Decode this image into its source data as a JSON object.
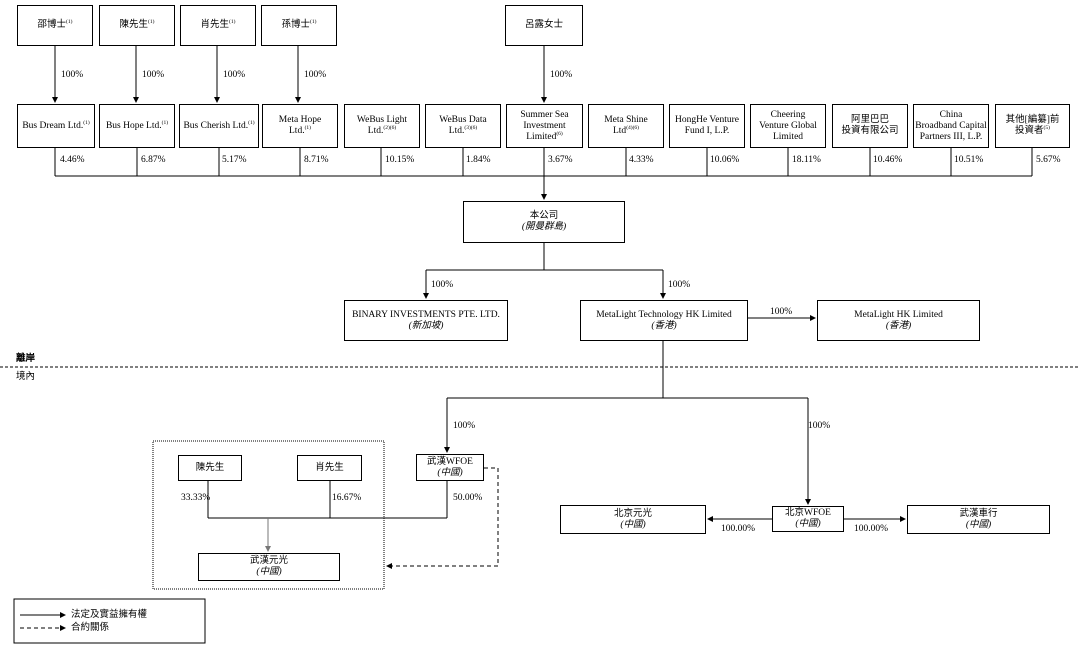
{
  "owners": [
    {
      "id": "o1",
      "name": "邵博士",
      "sup": "(1)"
    },
    {
      "id": "o2",
      "name": "陳先生",
      "sup": "(1)"
    },
    {
      "id": "o3",
      "name": "肖先生",
      "sup": "(1)"
    },
    {
      "id": "o4",
      "name": "孫博士",
      "sup": "(1)"
    },
    {
      "id": "o5",
      "name": "呂露女士",
      "sup": ""
    }
  ],
  "owner_pcts": [
    "100%",
    "100%",
    "100%",
    "100%",
    "100%"
  ],
  "shareholders": [
    {
      "id": "s1",
      "lines": [
        "Bus Dream Ltd."
      ],
      "sup": "(1)",
      "pct": "4.46%"
    },
    {
      "id": "s2",
      "lines": [
        "Bus Hope Ltd."
      ],
      "sup": "(1)",
      "pct": "6.87%"
    },
    {
      "id": "s3",
      "lines": [
        "Bus Cherish Ltd."
      ],
      "sup": "(1)",
      "pct": "5.17%"
    },
    {
      "id": "s4",
      "lines": [
        "Meta Hope",
        "Ltd."
      ],
      "sup": "(1)",
      "pct": "8.71%"
    },
    {
      "id": "s5",
      "lines": [
        "WeBus Light",
        "Ltd."
      ],
      "sup": "(2)(6)",
      "pct": "10.15%"
    },
    {
      "id": "s6",
      "lines": [
        "WeBus Data",
        "Ltd."
      ],
      "sup": "(3)(6)",
      "pct": "1.84%"
    },
    {
      "id": "s7",
      "lines": [
        "Summer Sea",
        "Investment",
        "Limited"
      ],
      "sup": "(6)",
      "pct": "3.67%"
    },
    {
      "id": "s8",
      "lines": [
        "Meta Shine",
        "Ltd"
      ],
      "sup": "(4)(6)",
      "pct": "4.33%"
    },
    {
      "id": "s9",
      "lines": [
        "HongHe Venture",
        "Fund I, L.P."
      ],
      "sup": "",
      "pct": "10.06%"
    },
    {
      "id": "s10",
      "lines": [
        "Cheering",
        "Venture Global",
        "Limited"
      ],
      "sup": "",
      "pct": "18.11%"
    },
    {
      "id": "s11",
      "lines": [
        "阿里巴巴",
        "投資有限公司"
      ],
      "sup": "",
      "pct": "10.46%"
    },
    {
      "id": "s12",
      "lines": [
        "China",
        "Broadband Capital",
        "Partners III, L.P."
      ],
      "sup": "",
      "pct": "10.51%"
    },
    {
      "id": "s13",
      "lines": [
        "其他[編纂]前",
        "投資者"
      ],
      "sup": "(5)",
      "pct": "5.67%"
    }
  ],
  "company": {
    "name": "本公司",
    "sub": "(開曼群島)"
  },
  "binary": {
    "name": "BINARY INVESTMENTS PTE. LTD.",
    "sub": "(新加坡)",
    "pct": "100%"
  },
  "mlhk": {
    "name": "MetaLight Technology HK Limited",
    "sub": "(香港)",
    "pct": "100%"
  },
  "mlhk2": {
    "name": "MetaLight HK Limited",
    "sub": "(香港)",
    "pct": "100%"
  },
  "offshore_label": "離岸",
  "onshore_label": "境內",
  "wfoe_wh": {
    "name": "武漢WFOE",
    "sub": "(中國)",
    "pct": "100%"
  },
  "wfoe_bj": {
    "name": "北京WFOE",
    "sub": "(中國)",
    "pct": "100%"
  },
  "chen": {
    "name": "陳先生",
    "pct": "33.33%"
  },
  "xiao": {
    "name": "肖先生",
    "pct": "16.67%"
  },
  "wfoe_wh_pct": "50.00%",
  "wh_yg": {
    "name": "武漢元光",
    "sub": "(中國)"
  },
  "bj_yg": {
    "name": "北京元光",
    "sub": "(中國)",
    "pct": "100.00%"
  },
  "wh_ch": {
    "name": "武漢車行",
    "sub": "(中國)",
    "pct": "100.00%"
  },
  "legend": {
    "solid": "法定及實益擁有權",
    "dashed": "合約關係"
  }
}
